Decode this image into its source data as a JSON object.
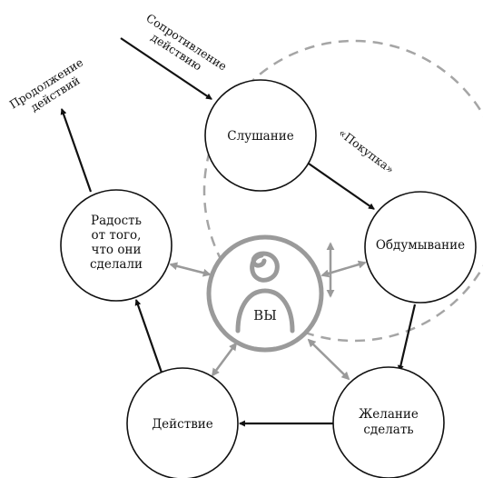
{
  "nodes": {
    "listening": "Слушание",
    "considering": "Обдумывание",
    "desire_line1": "Желание",
    "desire_line2": "сделать",
    "action": "Действие",
    "joy_line1": "Радость",
    "joy_line2": "от того,",
    "joy_line3": "что они",
    "joy_line4": "сделали"
  },
  "center": {
    "label": "ВЫ",
    "icon": "person-icon"
  },
  "labels": {
    "resistance_line1": "Сопротивление",
    "resistance_line2": "действию",
    "continuation_line1": "Продолжение",
    "continuation_line2": "действий",
    "purchase": "«Покупка»"
  },
  "colors": {
    "arrow": "#111111",
    "accent_gray": "#9a9a9a",
    "dashed": "#a5a5a5"
  }
}
